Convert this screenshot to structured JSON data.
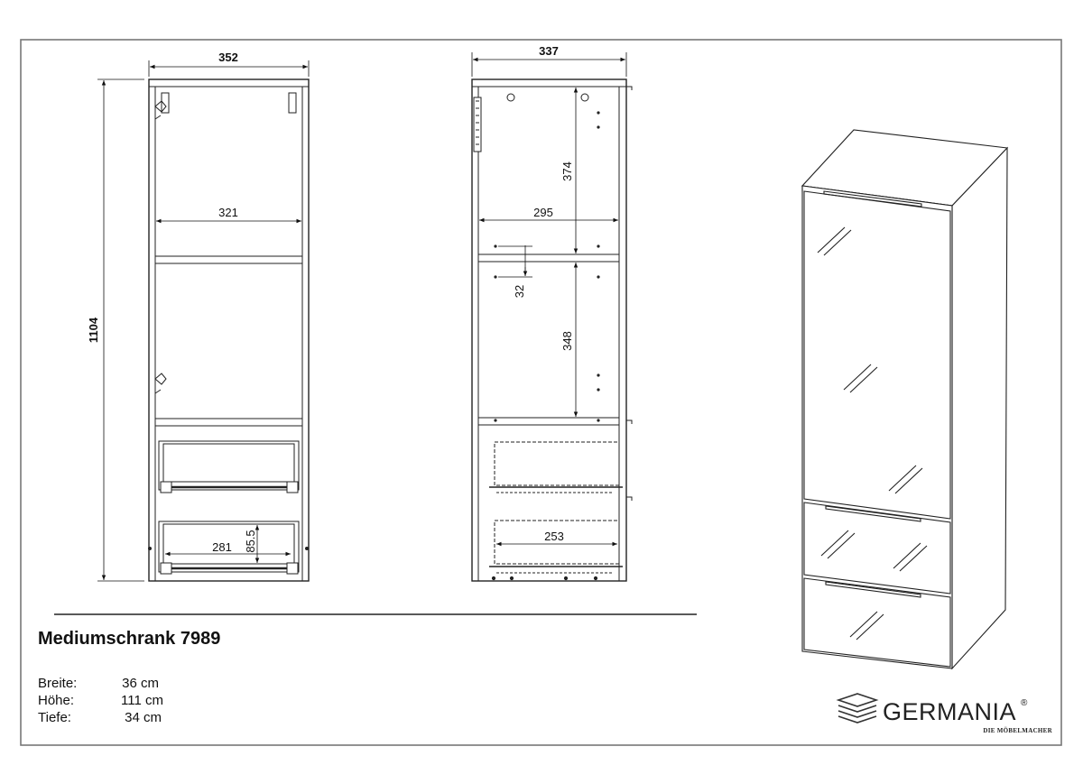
{
  "product": {
    "title": "Mediumschrank 7989",
    "specs": [
      {
        "label": "Breite:",
        "value": "36 cm"
      },
      {
        "label": "Höhe:",
        "value": "111 cm"
      },
      {
        "label": "Tiefe:",
        "value": "34 cm"
      }
    ]
  },
  "front_view": {
    "width_label": "352",
    "height_label": "1104",
    "inner_width_label": "321",
    "drawer_width_label": "281",
    "drawer_height_label": "85.5"
  },
  "side_view": {
    "depth_label": "337",
    "inner_depth_label": "295",
    "upper_height_label": "374",
    "lower_height_label": "348",
    "hole_spacing_label": "32",
    "drawer_depth_label": "253"
  },
  "brand": {
    "name": "GERMANIA",
    "mark": "®",
    "tagline": "DIE MÖBELMACHER",
    "logo_icon": "stacked-layers-icon"
  }
}
